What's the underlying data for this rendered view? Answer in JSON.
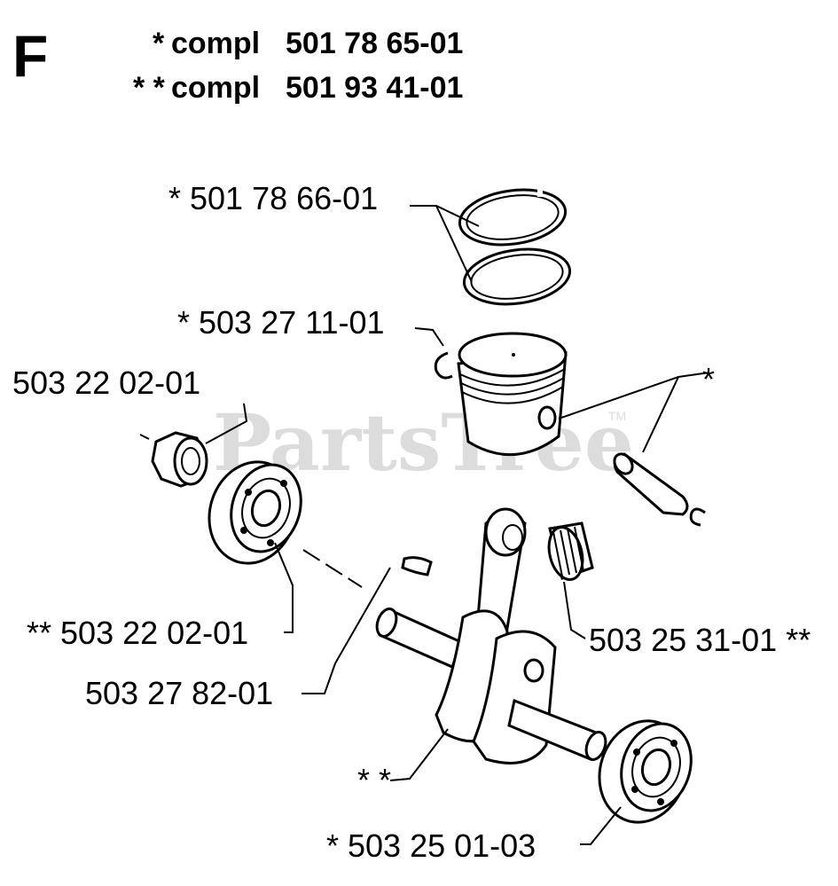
{
  "section_letter": "F",
  "header": {
    "line1_prefix": "*",
    "line1_word": "compl",
    "line1_number": "501 78 65-01",
    "line2_prefix": "* *",
    "line2_word": "compl",
    "line2_number": "501 93 41-01"
  },
  "watermark": {
    "text": "PartsTree",
    "tm": "TM"
  },
  "parts": [
    {
      "id": "piston-rings",
      "label": "* 501 78 66-01"
    },
    {
      "id": "circlip",
      "label": "* 503 27 11-01"
    },
    {
      "id": "flange-nut",
      "label": "503 22 02-01"
    },
    {
      "id": "bearing-left",
      "label": "** 503 22 02-01"
    },
    {
      "id": "needle-bearing",
      "label": "503 25 31-01 **"
    },
    {
      "id": "woodruff-key",
      "label": "503 27 82-01"
    },
    {
      "id": "crankshaft",
      "label": "* *"
    },
    {
      "id": "bearing-right",
      "label": "* 503 25 01-03"
    },
    {
      "id": "piston-pin",
      "label": "*"
    }
  ]
}
